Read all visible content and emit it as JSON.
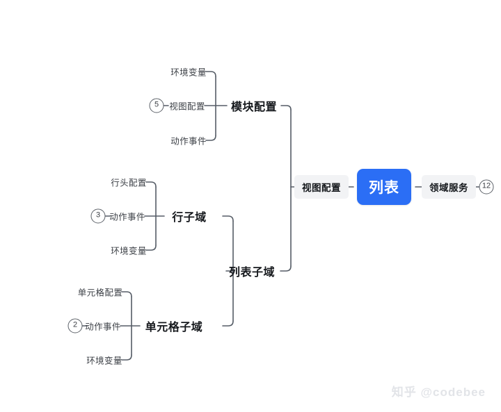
{
  "diagram": {
    "type": "mindmap",
    "background": "#ffffff",
    "root": {
      "label": "列表",
      "color": "#2b6ef5",
      "text_color": "#ffffff"
    },
    "right_branch": {
      "nodes": [
        {
          "label": "领域服务",
          "style": "chip"
        }
      ],
      "badge": "12"
    },
    "left_branch": {
      "nodes": [
        {
          "label": "视图配置",
          "style": "chip"
        }
      ]
    },
    "groups": [
      {
        "name": "module-config",
        "heading": "模块配置",
        "badge": "5",
        "children": [
          "环境变量",
          "视图配置",
          "动作事件"
        ]
      },
      {
        "name": "row-subdomain",
        "heading": "行子域",
        "badge": "3",
        "children": [
          "行头配置",
          "动作事件",
          "环境变量"
        ]
      },
      {
        "name": "cell-subdomain",
        "heading": "单元格子域",
        "badge": "2",
        "children": [
          "单元格配置",
          "动作事件",
          "环境变量"
        ]
      }
    ],
    "list_subdomain": {
      "heading": "列表子域"
    },
    "watermark": "知乎 @codebee",
    "colors": {
      "line": "#555c66",
      "chip_bg": "#f2f3f5",
      "accent": "#2b6ef5",
      "leaf_text": "#3b3f45",
      "heading_text": "#15181c",
      "watermark": "#e2e4e8"
    }
  }
}
